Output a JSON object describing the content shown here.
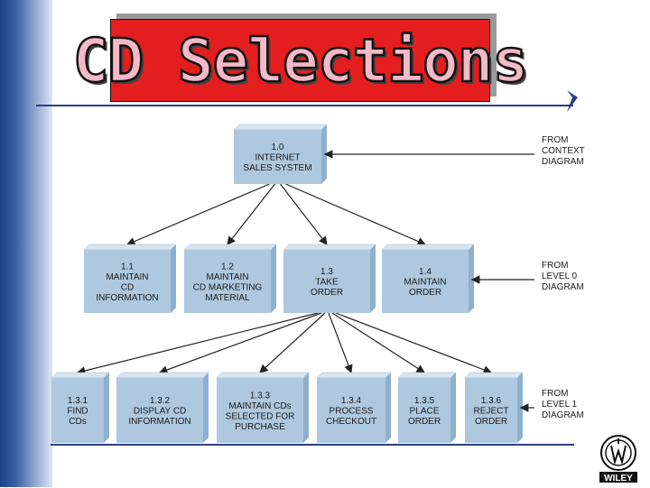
{
  "title": "CD Selections",
  "logo_text": "WILEY",
  "level_labels": [
    [
      "FROM",
      "CONTEXT",
      "DIAGRAM"
    ],
    [
      "FROM",
      "LEVEL 0",
      "DIAGRAM"
    ],
    [
      "FROM",
      "LEVEL 1",
      "DIAGRAM"
    ]
  ],
  "root": {
    "lines": [
      "1.0",
      "INTERNET",
      "SALES SYSTEM"
    ]
  },
  "level1": [
    {
      "lines": [
        "1.1",
        "MAINTAIN",
        "CD",
        "INFORMATION"
      ]
    },
    {
      "lines": [
        "1.2",
        "MAINTAIN",
        "CD MARKETING",
        "MATERIAL"
      ]
    },
    {
      "lines": [
        "1.3",
        "TAKE",
        "ORDER"
      ]
    },
    {
      "lines": [
        "1.4",
        "MAINTAIN",
        "ORDER"
      ]
    }
  ],
  "level2": [
    {
      "lines": [
        "1.3.1",
        "FIND",
        "CDs"
      ]
    },
    {
      "lines": [
        "1.3.2",
        "DISPLAY CD",
        "INFORMATION"
      ]
    },
    {
      "lines": [
        "1.3.3",
        "MAINTAIN CDs",
        "SELECTED FOR",
        "PURCHASE"
      ]
    },
    {
      "lines": [
        "1.3.4",
        "PROCESS",
        "CHECKOUT"
      ]
    },
    {
      "lines": [
        "1.3.5",
        "PLACE",
        "ORDER"
      ]
    },
    {
      "lines": [
        "1.3.6",
        "REJECT",
        "ORDER"
      ]
    }
  ],
  "colors": {
    "box": "#aec8df",
    "box_top": "#d6e5f1",
    "box_side": "#8fb0cc",
    "title_bg": "#e41e1e",
    "title_text": "#f3b9c6",
    "rule": "#2a3f8a"
  }
}
